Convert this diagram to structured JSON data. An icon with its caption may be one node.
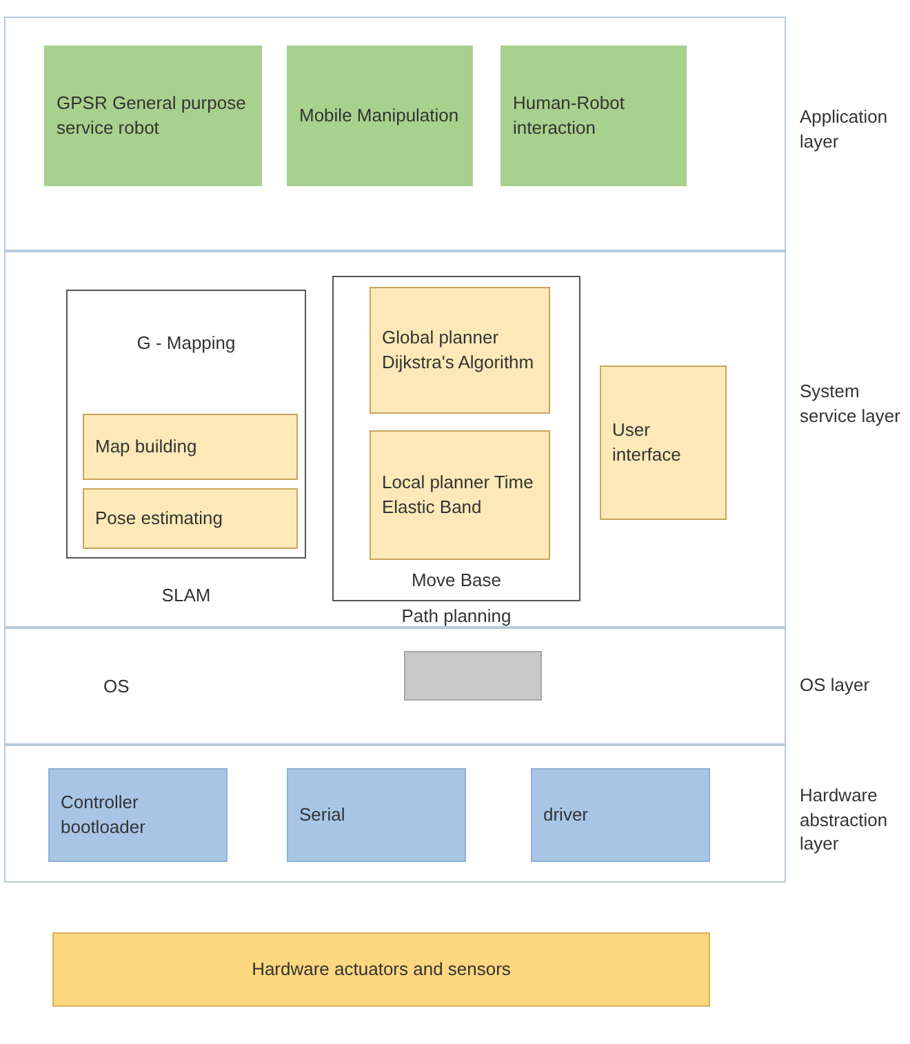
{
  "diagram": {
    "nodes": [
      {
        "text": [
          "Application layer"
        ]
      },
      {
        "text": [
          "GPSR General purpose service robot"
        ],
        "in": 0
      },
      {
        "text": [
          "Mobile Manipulation"
        ],
        "in": 0
      },
      {
        "text": [
          "Human-Robot interaction"
        ],
        "in": 0
      },
      {
        "text": [
          "System service layer"
        ]
      },
      {
        "text": [
          "G - Mapping",
          "SLAM"
        ],
        "in": 4
      },
      {
        "text": [
          "Map building"
        ],
        "in": 5
      },
      {
        "text": [
          "Pose estimating"
        ],
        "in": 5
      },
      {
        "text": [
          "Move Base",
          "Path planning"
        ],
        "in": 4
      },
      {
        "text": [
          "Global planner Dijkstra's Algorithm"
        ],
        "in": 8
      },
      {
        "text": [
          "Local planner Time Elastic Band"
        ],
        "in": 8
      },
      {
        "text": [
          "User interface"
        ],
        "in": 4
      },
      {
        "text": [
          "OS layer"
        ]
      },
      {
        "text": [],
        "shape": "box",
        "in": 12
      },
      {
        "text": [
          "Hardware abstraction layer"
        ]
      },
      {
        "text": [
          "Controller bootloader"
        ],
        "in": 14
      },
      {
        "text": [
          "Serial"
        ],
        "in": 14
      },
      {
        "text": [
          "driver"
        ],
        "in": 14
      },
      {
        "text": [
          "Hardware actuators and sensors"
        ]
      }
    ],
    "labels": [
      "OS"
    ]
  }
}
